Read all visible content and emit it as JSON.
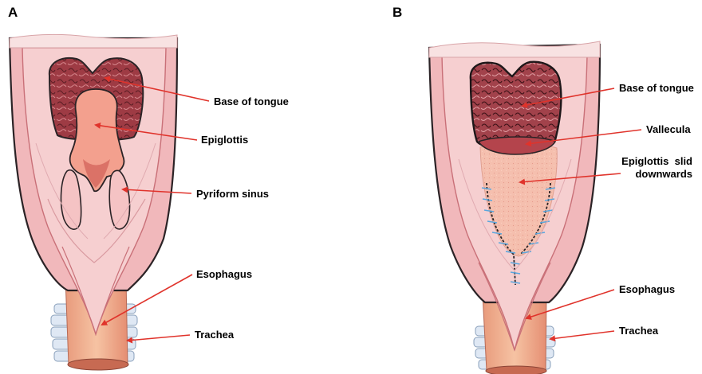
{
  "panels": [
    {
      "letter": "A",
      "labels": [
        "Base of tongue",
        "Epiglottis",
        "Pyriform sinus",
        "Esophagus",
        "Trachea"
      ]
    },
    {
      "letter": "B",
      "labels": [
        "Base of tongue",
        "Vallecula",
        "Epiglottis  slid",
        "downwards",
        "Esophagus",
        "Trachea"
      ]
    }
  ],
  "colors": {
    "tissue_light": "#f4c6c8",
    "tissue_mid": "#e9a0a6",
    "tissue_dark": "#c97078",
    "tongue": "#9e3b44",
    "epiglottis": "#f3a08e",
    "esophagus": "#f0b190",
    "trachea_ring": "#dfe8f4",
    "arrow": "#e0332b",
    "suture": "#5aa6dd",
    "outline": "#2b2326"
  }
}
